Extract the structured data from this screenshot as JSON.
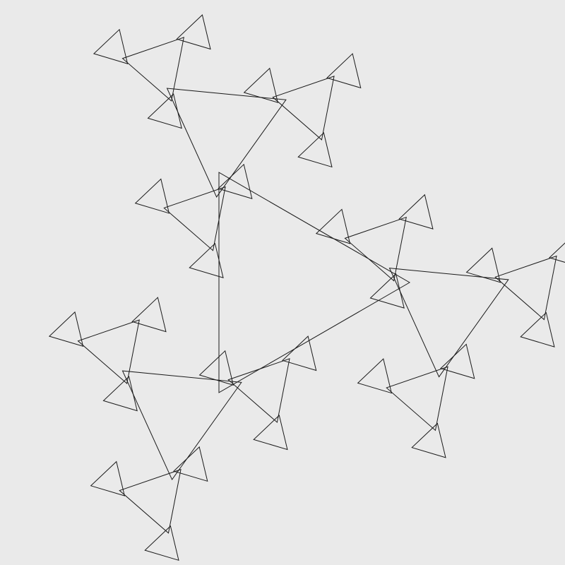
{
  "figure": {
    "kind": "recursive triangle fractal drawing",
    "background_color": "#eaeaea",
    "stroke_color": "#1a1a1a",
    "recursion_depth": 4,
    "branches_per_level": 3,
    "scale_per_level": 0.35,
    "text": []
  }
}
